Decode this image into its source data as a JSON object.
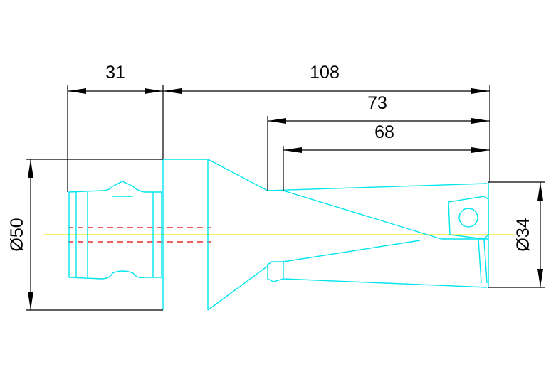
{
  "dimensions": {
    "d31": "31",
    "d108": "108",
    "d73": "73",
    "d68": "68",
    "dia50": "Ø50",
    "dia34": "Ø34"
  },
  "colors": {
    "tool_outline": "#00e5ee",
    "centerline": "#f2e600",
    "hidden_bore": "#e00000",
    "dimension": "#000000",
    "background": "#ffffff"
  }
}
